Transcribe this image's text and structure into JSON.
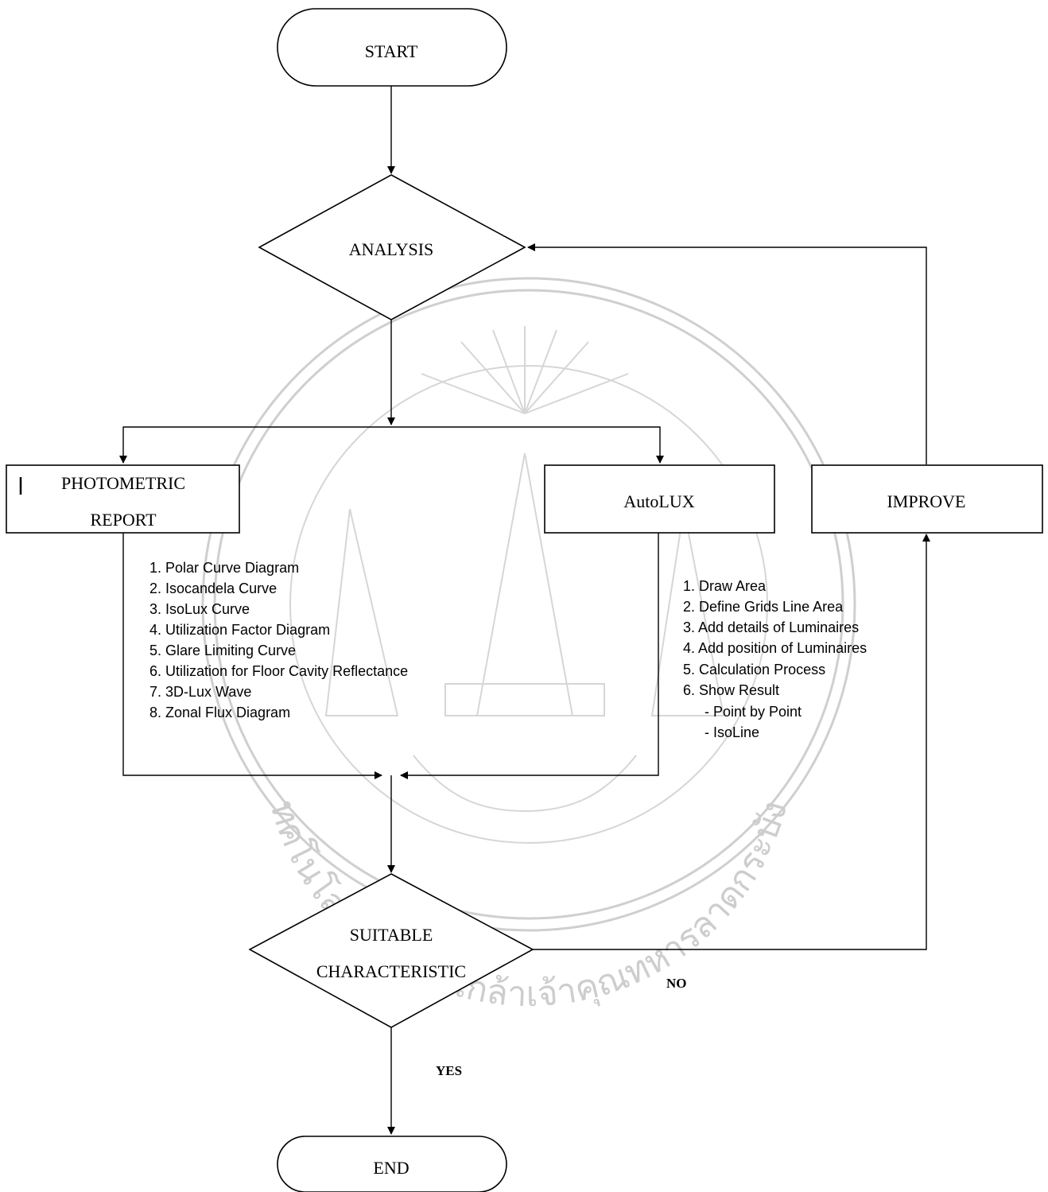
{
  "nodes": {
    "start": "START",
    "analysis": "ANALYSIS",
    "photometric_line1": "PHOTOMETRIC",
    "photometric_line2": "REPORT",
    "autolux": "AutoLUX",
    "improve": "IMPROVE",
    "suitable_line1": "SUITABLE",
    "suitable_line2": "CHARACTERISTIC",
    "end": "END"
  },
  "photometric_items": [
    "1. Polar Curve Diagram",
    "2. Isocandela Curve",
    "3. IsoLux Curve",
    "4. Utilization Factor Diagram",
    "5. Glare Limiting Curve",
    "6. Utilization for Floor Cavity Reflectance",
    "7. 3D-Lux Wave",
    "8. Zonal Flux Diagram"
  ],
  "autolux_items": [
    "1. Draw Area",
    "2. Define Grids Line Area",
    "3. Add details of Luminaires",
    "4. Add position of Luminaires",
    "5. Calculation Process",
    "6. Show Result",
    "- Point by Point",
    "- IsoLine"
  ],
  "edge_labels": {
    "no": "NO",
    "yes": "YES"
  },
  "watermark": {
    "arc_text": "ทคโนโลยีพระจอมเกล้าเจ้าคุณทหารลาดกระบัง"
  },
  "colors": {
    "ink": "#000000",
    "watermark": "#cfcfcf",
    "background": "#ffffff"
  }
}
